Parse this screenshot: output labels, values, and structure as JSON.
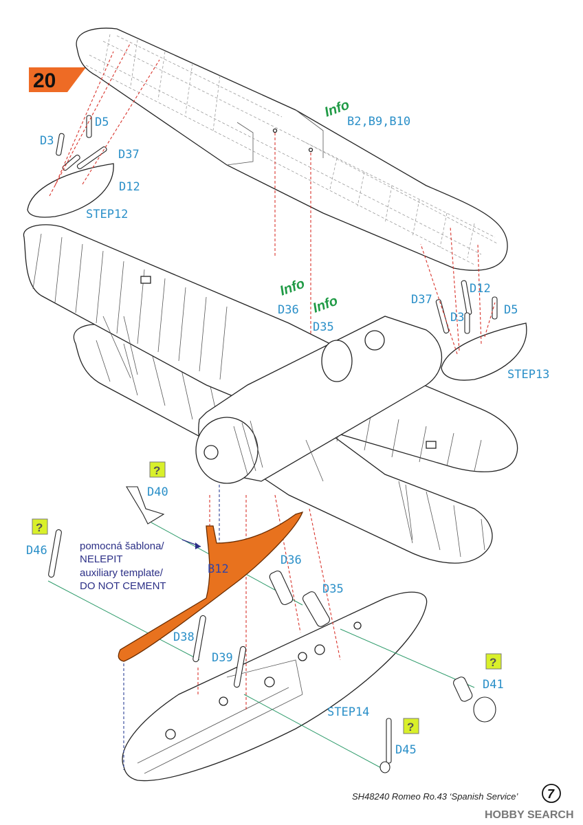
{
  "step_number": "20",
  "info_labels": [
    "Info",
    "Info",
    "Info"
  ],
  "info_parts": "B2,B9,B10",
  "parts": {
    "d3_a": "D3",
    "d5_a": "D5",
    "d37_a": "D37",
    "d12_a": "D12",
    "d37_b": "D37",
    "d12_b": "D12",
    "d3_b": "D3",
    "d5_b": "D5",
    "d36_a": "D36",
    "d35_a": "D35",
    "d40": "D40",
    "d46": "D46",
    "d36_b": "D36",
    "d35_b": "D35",
    "d38": "D38",
    "d39": "D39",
    "d41": "D41",
    "d45": "D45",
    "b12": "B12"
  },
  "steps": {
    "step12": "STEP12",
    "step13": "STEP13",
    "step14": "STEP14"
  },
  "note_lines": [
    "pomocná šablona/",
    "NELEPIT",
    "auxiliary template/",
    "DO NOT CEMENT"
  ],
  "optional_marks": [
    "?",
    "?",
    "?",
    "?"
  ],
  "caption": "SH48240 Romeo Ro.43 ‘Spanish Service’",
  "page_number": "7",
  "watermark": "HOBBY SEARCH",
  "colors": {
    "step_badge": "#ee6b25",
    "template_part": "#e8721e",
    "part_label": "#2a8fc8",
    "info": "#1f9a45",
    "arrow_red": "#d8322a",
    "arrow_blue": "#2b3f96",
    "guide_green": "#2e9b6b",
    "optional_badge": "#d9f02a"
  },
  "icons": [
    "question-icon",
    "step-badge-icon",
    "page-circle-icon"
  ]
}
